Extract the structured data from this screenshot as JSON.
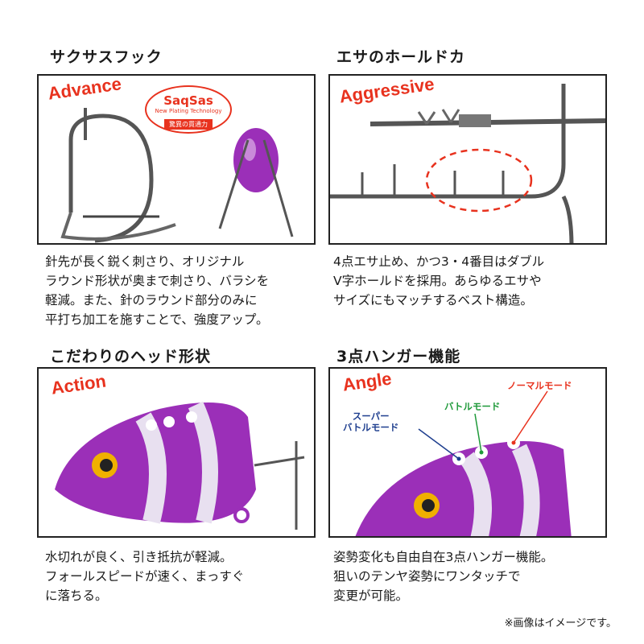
{
  "sections": [
    {
      "title": "サクサスフック",
      "tag": "Advance",
      "description": [
        "針先が長く鋭く刺さり、オリジナル",
        "ラウンド形状が奥まで刺さり、バラシを",
        "軽減。また、針のラウンド部分のみに",
        "平打ち加工を施すことで、強度アップ。"
      ]
    },
    {
      "title": "エサのホールドカ",
      "tag": "Aggressive",
      "description": [
        "4点エサ止め、かつ3・4番目はダブル",
        "V字ホールドを採用。あらゆるエサや",
        "サイズにもマッチするベスト構造。"
      ]
    },
    {
      "title": "こだわりのヘッド形状",
      "tag": "Action",
      "description": [
        "水切れが良く、引き抵抗が軽減。",
        "フォールスピードが速く、まっすぐ",
        "に落ちる。"
      ]
    },
    {
      "title": "3点ハンガー機能",
      "tag": "Angle",
      "description": [
        "姿勢変化も自由自在3点ハンガー機能。",
        "狙いのテンヤ姿勢にワンタッチで",
        "変更が可能。"
      ]
    }
  ],
  "badge": {
    "brand": "SaqSas",
    "subtitle": "New Plating Technology",
    "caption": "驚異の貫通力"
  },
  "hanger_modes": {
    "super": [
      "スーパー",
      "バトルモード"
    ],
    "battle": "バトルモード",
    "normal": "ノーマルモード"
  },
  "footnote": "※画像はイメージです。",
  "colors": {
    "accent": "#e8321e",
    "head": "#9b2fb8",
    "super": "#1f3f8f",
    "battle": "#1f9a3a",
    "normal": "#e8321e"
  }
}
